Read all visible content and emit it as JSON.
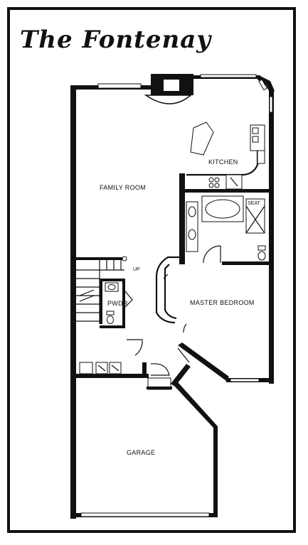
{
  "title": "The Fontenay",
  "rooms": {
    "kitchen": "KITCHEN",
    "family_room": "FAMILY ROOM",
    "seat": "SEAT",
    "up": "UP",
    "pwdr": "PWDR",
    "master_bedroom": "MASTER BEDROOM",
    "garage": "GARAGE"
  }
}
